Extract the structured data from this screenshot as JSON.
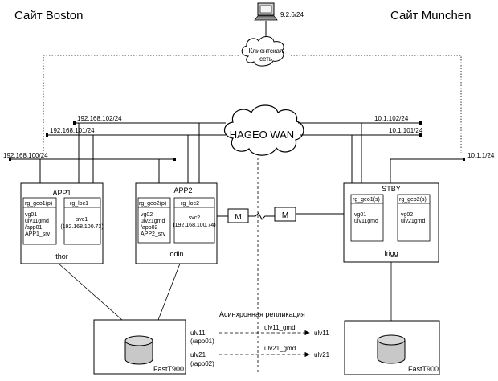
{
  "sites": {
    "left_title": "Сайт Boston",
    "right_title": "Сайт Munchen"
  },
  "client": {
    "address": "9.2.6/24",
    "cloud_label_line1": "Клиентская",
    "cloud_label_line2": "сеть",
    "icon": "computer-icon"
  },
  "wan": {
    "label": "HAGEO WAN",
    "icon": "cloud-icon"
  },
  "networks": {
    "left": [
      "192.168.102/24",
      "192.168.101/24",
      "192.168.100/24"
    ],
    "right": [
      "10.1.102/24",
      "10.1.101/24",
      "10.1.1/24"
    ]
  },
  "nodes": {
    "app1": {
      "title": "APP1",
      "hostname": "thor",
      "rg_geo": "rg_geo1(p)",
      "rg_loc": "rg_loc1",
      "geo_lines": [
        "vg01",
        "ulv11gmd",
        "/app01",
        "APP1_srv"
      ],
      "loc_lines": [
        "svc1",
        "(192.168.100.73)"
      ]
    },
    "app2": {
      "title": "APP2",
      "hostname": "odin",
      "rg_geo": "rg_geo2(p)",
      "rg_loc": "rg_loc2",
      "geo_lines": [
        "vg02",
        "ulv21gmd",
        "/app02",
        "APP2_srv"
      ],
      "loc_lines": [
        "svc2",
        "(192.168.100.74)"
      ]
    },
    "stby": {
      "title": "STBY",
      "hostname": "frigg",
      "rg_geo1": "rg_geo1(s)",
      "rg_geo2": "rg_geo2(s)",
      "geo1_lines": [
        "vg01",
        "ulv11gmd"
      ],
      "geo2_lines": [
        "vg02",
        "ulv21gmd"
      ]
    }
  },
  "mirror": {
    "left": "M",
    "right": "M"
  },
  "storage": {
    "left_label": "FastT900",
    "right_label": "FastT900",
    "icon": "disk-icon"
  },
  "replication": {
    "title": "Асинхронная репликация",
    "rows": [
      {
        "src_line1": "ulv11",
        "src_line2": "(/app01)",
        "gmd": "ulv11_gmd",
        "dst": "ulv11"
      },
      {
        "src_line1": "ulv21",
        "src_line2": "(/app02)",
        "gmd": "ulv21_gmd",
        "dst": "ulv21"
      }
    ]
  }
}
